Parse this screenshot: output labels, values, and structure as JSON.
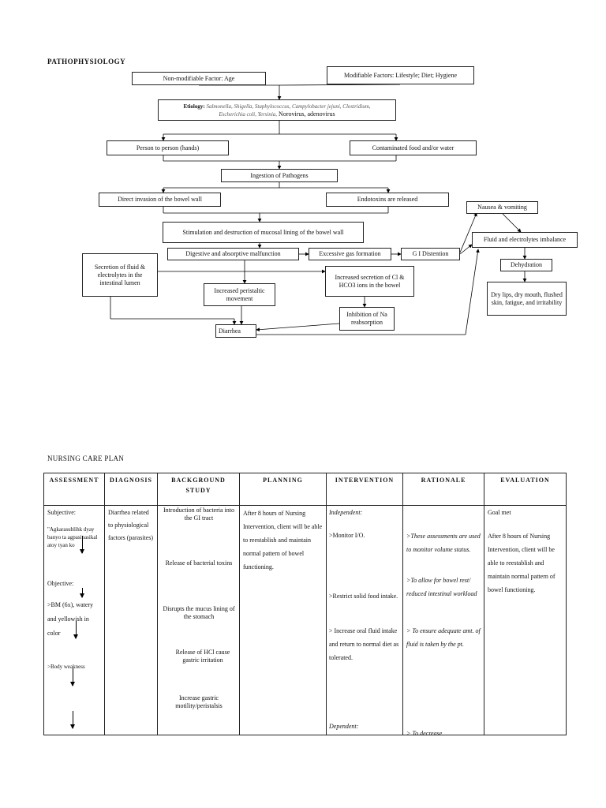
{
  "patho": {
    "title": "PATHOPHYSIOLOGY",
    "non_modifiable": "Non-modifiable Factor: Age",
    "modifiable": "Modifiable Factors: Lifestyle; Diet; Hygiene",
    "etiology_label": "Etiology:",
    "etiology_line1": " Salmonella, Shigella, Staphylococcus, Campylobacter jejuni, Clostridium,",
    "etiology_line2_it": "Escherichia coli, Yersinia,",
    "etiology_line2": " Norovirus, adenovirus",
    "person_to_person": "Person to person (hands)",
    "contaminated": "Contaminated food and/or water",
    "ingestion": "Ingestion of Pathogens",
    "direct_invasion": "Direct invasion of the bowel wall",
    "endotoxins": "Endotoxins are released",
    "stimulation": "Stimulation and destruction of mucosal lining of the bowel wall",
    "digestive": "Digestive and absorptive malfunction",
    "excessive_gas": "Excessive gas formation",
    "gi_distention": "G I Distention",
    "secretion_fluid": "Secretion of fluid & electrolytes in the intestinal lumen",
    "increased_peristaltic": "Increased peristaltic movement",
    "increased_secretion": "Increased secretion of Cl & HCO3 ions in the bowel",
    "inhibition": "Inhibition of Na reabsorption",
    "diarrhea": "Diarrhea",
    "nausea": "Nausea & vomiting",
    "fluid_imbalance": "Fluid and electrolytes imbalance",
    "dehydration": "Dehydration",
    "dry_lips": "Dry lips, dry mouth, flushed skin, fatigue, and irritability"
  },
  "ncp": {
    "title": "NURSING CARE PLAN",
    "headers": [
      "ASSESSMENT",
      "DIAGNOSIS",
      "BACKGROUND STUDY",
      "PLANNING",
      "INTERVENTION",
      "RATIONALE",
      "EVALUATION"
    ],
    "assessment": {
      "subjective_label": "Subjective:",
      "subjective_quote": "\"Agkarasublihk dyay banyo ta agpasipasikal atoy tyan ko",
      "objective_label": "Objective:",
      "bm": ">BM (6x), watery and yellowish in color",
      "weakness": ">Body weakness"
    },
    "diagnosis": "Diarrhea related to physiological factors (parasites)",
    "background": {
      "b1": "Introduction of bacteria into the GI tract",
      "b2": "Release of bacterial toxins",
      "b3": "Disrupts the mucus lining of the stomach",
      "b4": "Release of HCl cause gastric irritation",
      "b5": "Increase gastric motility/peristalsis"
    },
    "planning": "After 8 hours of Nursing Intervention, client will be able to reestablish and maintain normal pattern of bowel functioning.",
    "intervention": {
      "independent": "Independent:",
      "i1": ">Monitor I/O.",
      "i2": ">Restrict solid food intake.",
      "i3": ">  Increase oral fluid intake and return to normal diet as tolerated.",
      "dependent": "Dependent:"
    },
    "rationale": {
      "r1": ">These assessments are used to monitor volume status.",
      "r2": ">To allow for bowel rest/ reduced intestinal workload",
      "r3": ">  To ensure adequate amt. of fluid is taken by the pt.",
      "r4": ">  To decrease"
    },
    "evaluation": {
      "goal": "Goal met",
      "text": "After 8 hours of Nursing Intervention, client will be able to reestablish and maintain normal pattern of bowel functioning."
    }
  }
}
